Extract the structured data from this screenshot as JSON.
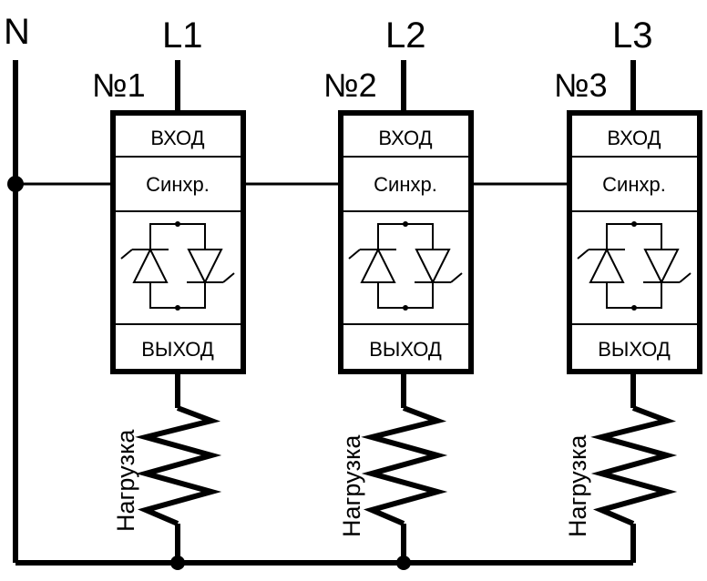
{
  "diagram": {
    "neutral_label": "N",
    "units": [
      {
        "phase": "L1",
        "number": "№1",
        "input": "ВХОД",
        "sync": "Синхр.",
        "output": "ВЫХОД",
        "load": "Нагрузка"
      },
      {
        "phase": "L2",
        "number": "№2",
        "input": "ВХОД",
        "sync": "Синхр.",
        "output": "ВЫХОД",
        "load": "Нагрузка"
      },
      {
        "phase": "L3",
        "number": "№3",
        "input": "ВХОД",
        "sync": "Синхр.",
        "output": "ВЫХОД",
        "load": "Нагрузка"
      }
    ],
    "colors": {
      "line": "#000000",
      "background": "#ffffff"
    }
  }
}
